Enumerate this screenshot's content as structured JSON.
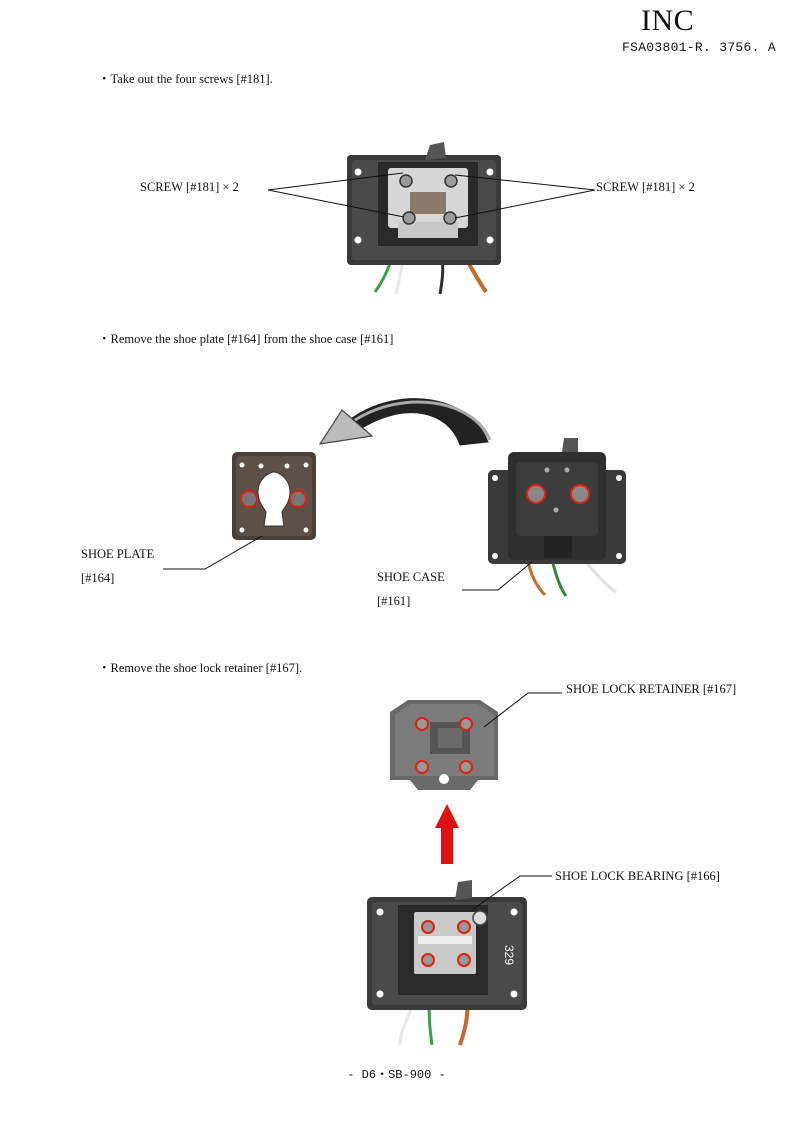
{
  "header": {
    "title": "INC",
    "doc_code": "FSA03801-R. 3756. A"
  },
  "steps": [
    {
      "text": "・Take out the four screws [#181]."
    },
    {
      "text": "・Remove the shoe plate [#164] from the shoe case [#161]"
    },
    {
      "text": "・Remove the shoe lock retainer [#167]."
    }
  ],
  "labels": {
    "screw_left": "SCREW [#181] × 2",
    "screw_right": "SCREW [#181] × 2",
    "shoe_plate": "SHOE PLATE",
    "shoe_plate_num": "[#164]",
    "shoe_case": "SHOE CASE",
    "shoe_case_num": "[#161]",
    "retainer": "SHOE LOCK RETAINER [#167]",
    "bearing": "SHOE LOCK BEARING [#166]",
    "stamp": "329"
  },
  "footer": {
    "page": "- D6・SB-900 -"
  }
}
